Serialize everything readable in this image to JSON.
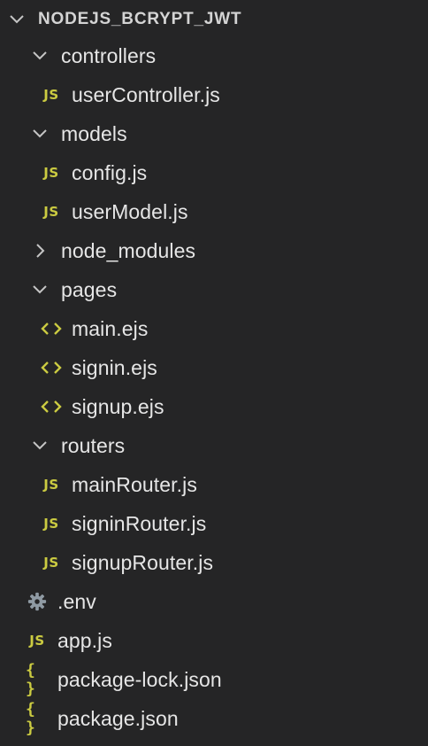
{
  "explorer": {
    "root_label": "NODEJS_BCRYPT_JWT",
    "items": [
      {
        "label": "controllers",
        "kind": "folder",
        "expanded": true,
        "depth": 1
      },
      {
        "label": "userController.js",
        "kind": "js",
        "depth": 2
      },
      {
        "label": "models",
        "kind": "folder",
        "expanded": true,
        "depth": 1
      },
      {
        "label": "config.js",
        "kind": "js",
        "depth": 2
      },
      {
        "label": "userModel.js",
        "kind": "js",
        "depth": 2
      },
      {
        "label": "node_modules",
        "kind": "folder",
        "expanded": false,
        "depth": 1
      },
      {
        "label": "pages",
        "kind": "folder",
        "expanded": true,
        "depth": 1
      },
      {
        "label": "main.ejs",
        "kind": "ejs",
        "depth": 2
      },
      {
        "label": "signin.ejs",
        "kind": "ejs",
        "depth": 2
      },
      {
        "label": "signup.ejs",
        "kind": "ejs",
        "depth": 2
      },
      {
        "label": "routers",
        "kind": "folder",
        "expanded": true,
        "depth": 1
      },
      {
        "label": "mainRouter.js",
        "kind": "js",
        "depth": 2
      },
      {
        "label": "signinRouter.js",
        "kind": "js",
        "depth": 2
      },
      {
        "label": "signupRouter.js",
        "kind": "js",
        "depth": 2
      },
      {
        "label": ".env",
        "kind": "env",
        "depth": 1
      },
      {
        "label": "app.js",
        "kind": "js",
        "depth": 1
      },
      {
        "label": "package-lock.json",
        "kind": "json",
        "depth": 1
      },
      {
        "label": "package.json",
        "kind": "json",
        "depth": 1
      }
    ],
    "icon_text": {
      "js": "JS",
      "json": "{ }"
    },
    "colors": {
      "background": "#252526",
      "text": "#e6e6e6",
      "js_icon": "#cbcb41",
      "ejs_icon": "#cbcb41",
      "env_icon": "#8f9aa3",
      "chevron": "#c5c5c5"
    }
  }
}
